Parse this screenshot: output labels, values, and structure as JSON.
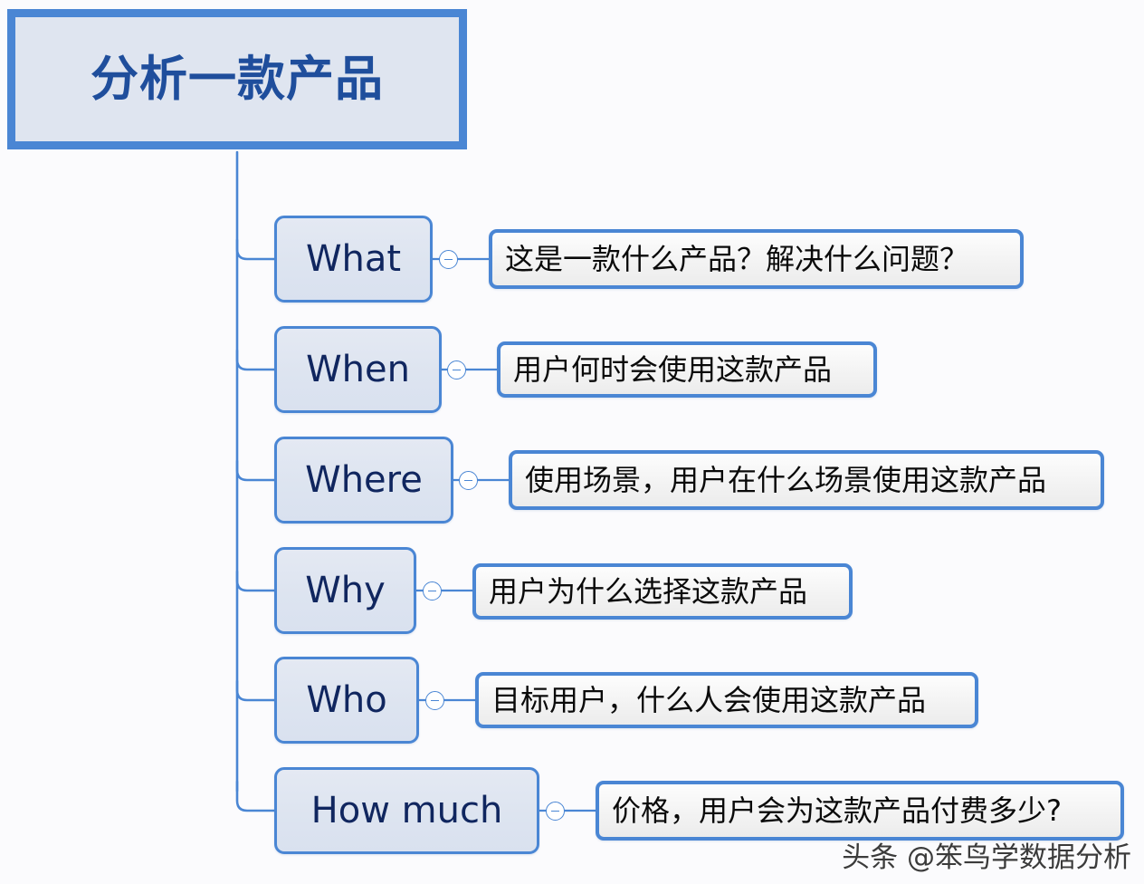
{
  "diagram": {
    "type": "mind-map",
    "title": "分析一款产品",
    "root": {
      "label": "分析一款产品",
      "fill_color": "#dfe5f0",
      "border_color": "#4a86d4",
      "text_color": "#1f4e9c"
    },
    "branch_style": {
      "line_color": "#4a86d4",
      "node_fill": "#dfe5f0",
      "node_border": "#4a86d4",
      "node_text": "#10265f",
      "detail_fill": "#f5f5f5",
      "detail_border": "#4a86d4",
      "detail_text": "#0a0a0a"
    },
    "branches": [
      {
        "key": "What",
        "detail": "这是一款什么产品？解决什么问题？",
        "toggle_icon": "minus-circle-icon",
        "toggle_state": "expanded"
      },
      {
        "key": "When",
        "detail": "用户何时会使用这款产品",
        "toggle_icon": "minus-circle-icon",
        "toggle_state": "expanded"
      },
      {
        "key": "Where",
        "detail": "使用场景，用户在什么场景使用这款产品",
        "toggle_icon": "minus-circle-icon",
        "toggle_state": "expanded"
      },
      {
        "key": "Why",
        "detail": "用户为什么选择这款产品",
        "toggle_icon": "minus-circle-icon",
        "toggle_state": "expanded"
      },
      {
        "key": "Who",
        "detail": "目标用户，什么人会使用这款产品",
        "toggle_icon": "minus-circle-icon",
        "toggle_state": "expanded"
      },
      {
        "key": "How much",
        "detail": "价格，用户会为这款产品付费多少?",
        "toggle_icon": "minus-circle-icon",
        "toggle_state": "expanded"
      }
    ]
  },
  "watermark": {
    "text": "头条 @笨鸟学数据分析"
  }
}
